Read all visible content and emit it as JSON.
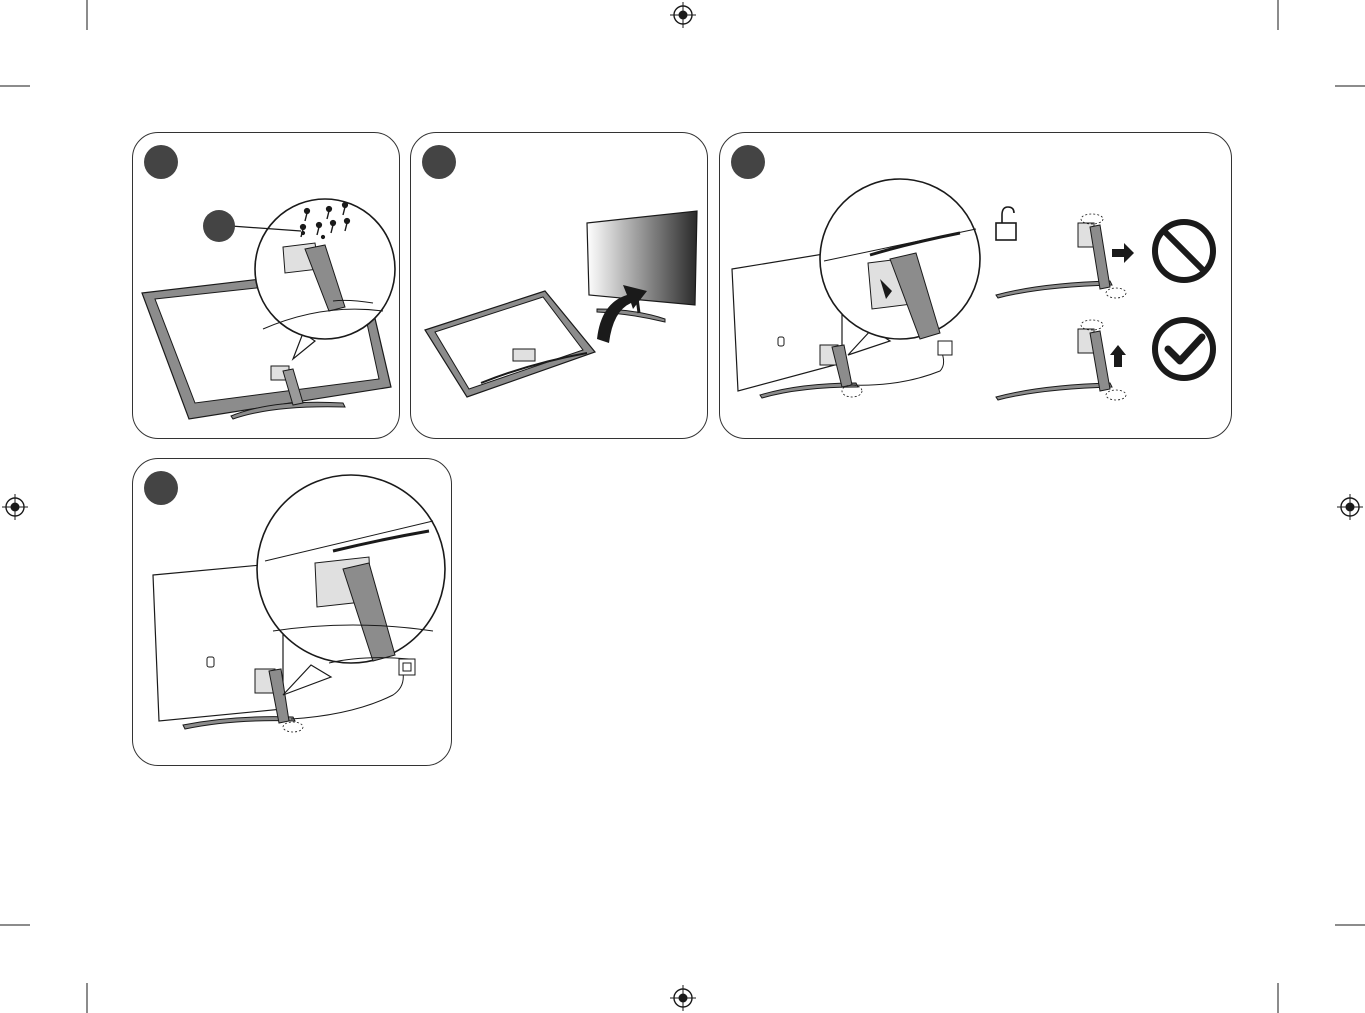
{
  "page": {
    "background": "#ffffff",
    "ink_color": "#1a1a1a",
    "panel_border_color": "#333333",
    "badge_color": "#444444"
  },
  "steps": [
    {
      "id": "step-a",
      "badge_icon": "step-number-badge",
      "labels": [],
      "icons": [
        "tv-face-down-icon",
        "stand-base-icon",
        "screw-icon",
        "zoom-bubble-icon",
        "screw-callout-badge"
      ]
    },
    {
      "id": "step-b",
      "badge_icon": "step-number-badge",
      "labels": [],
      "icons": [
        "tv-face-down-icon",
        "tv-upright-icon",
        "rotate-arrow-icon"
      ]
    },
    {
      "id": "step-c",
      "badge_icon": "step-number-badge",
      "labels": [],
      "icons": [
        "tv-back-icon",
        "zoom-bubble-icon",
        "cable-cover-icon",
        "unlock-icon",
        "prohibited-icon",
        "checkmark-icon",
        "arrow-right-icon",
        "arrow-up-icon"
      ]
    },
    {
      "id": "step-d",
      "badge_icon": "step-number-badge",
      "labels": [],
      "icons": [
        "tv-back-icon",
        "zoom-bubble-icon",
        "cable-cover-icon",
        "power-plug-icon"
      ]
    }
  ],
  "registration_marks": [
    "registration-mark-top",
    "registration-mark-bottom",
    "registration-mark-left",
    "registration-mark-right"
  ]
}
